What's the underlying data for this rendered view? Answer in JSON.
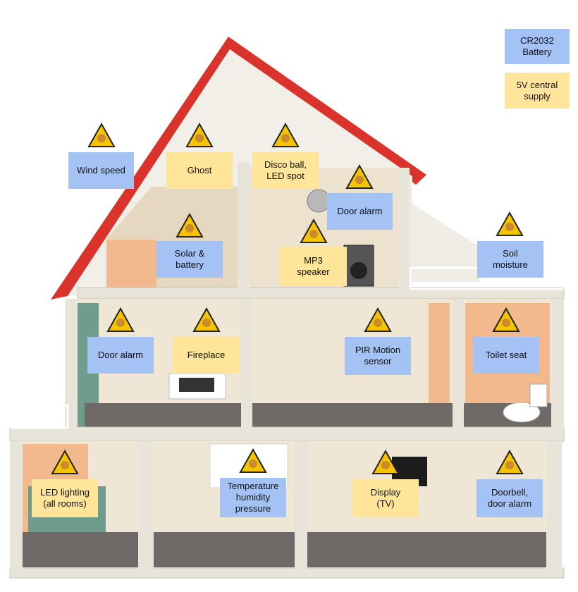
{
  "legend": [
    {
      "text": "CR2032\nBattery",
      "kind": "battery"
    },
    {
      "text": "5V central\nsupply",
      "kind": "central"
    }
  ],
  "colors": {
    "battery": "#a4c2f4",
    "central": "#ffe599",
    "roof": "#d9332b",
    "wall": "#f2efe8",
    "frame": "#e9e4da",
    "floor": "#6f6a67",
    "accent_peach": "#f2b98c",
    "accent_green": "#6f9c8c"
  },
  "icons": {
    "sensor_badge": "mysensors-warning-icon"
  },
  "labels": [
    {
      "id": "wind-speed",
      "text": "Wind speed",
      "kind": "battery"
    },
    {
      "id": "ghost",
      "text": "Ghost",
      "kind": "central"
    },
    {
      "id": "disco-ball",
      "text": "Disco ball,\nLED spot",
      "kind": "central"
    },
    {
      "id": "door-alarm-attic",
      "text": "Door alarm",
      "kind": "battery"
    },
    {
      "id": "solar-battery",
      "text": "Solar &\nbattery",
      "kind": "battery"
    },
    {
      "id": "mp3-speaker",
      "text": "MP3\nspeaker",
      "kind": "central"
    },
    {
      "id": "soil-moisture",
      "text": "Soil\nmoisture",
      "kind": "battery"
    },
    {
      "id": "door-alarm-left",
      "text": "Door alarm",
      "kind": "battery"
    },
    {
      "id": "fireplace",
      "text": "Fireplace",
      "kind": "central"
    },
    {
      "id": "pir-motion",
      "text": "PIR Motion\nsensor",
      "kind": "battery"
    },
    {
      "id": "toilet-seat",
      "text": "Toilet seat",
      "kind": "battery"
    },
    {
      "id": "led-lighting",
      "text": "LED lighting\n(all rooms)",
      "kind": "central"
    },
    {
      "id": "temperature",
      "text": "Temperature\nhumidity\npressure",
      "kind": "battery"
    },
    {
      "id": "display-tv",
      "text": "Display\n(TV)",
      "kind": "central"
    },
    {
      "id": "doorbell",
      "text": "Doorbell,\ndoor alarm",
      "kind": "battery"
    }
  ]
}
